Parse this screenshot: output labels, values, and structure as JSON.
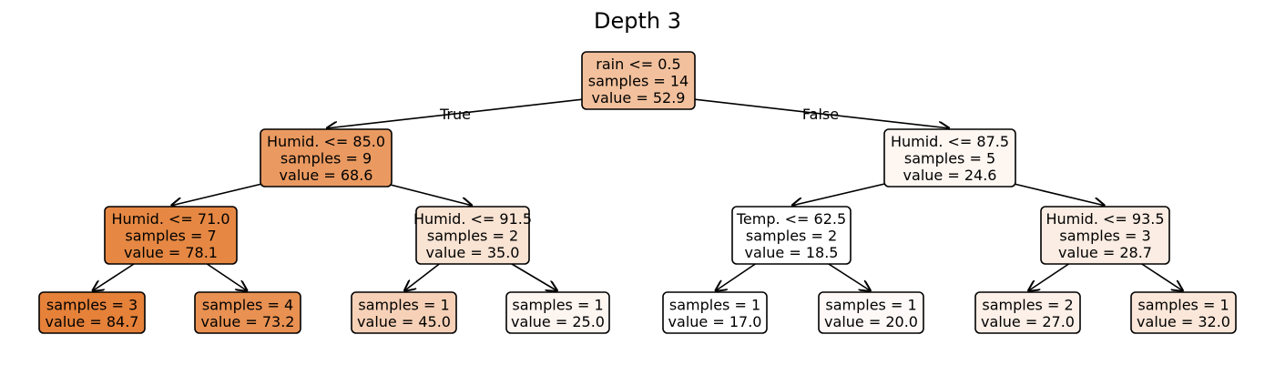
{
  "title": "Depth 3",
  "edge_labels": {
    "true": "True",
    "false": "False"
  },
  "nodes": [
    {
      "id": "n0",
      "lines": [
        "rain <= 0.5",
        "samples = 14",
        "value = 52.9"
      ],
      "color": "#f2c09c"
    },
    {
      "id": "n1",
      "lines": [
        "Humid. <= 85.0",
        "samples = 9",
        "value = 68.6"
      ],
      "color": "#ea9a61"
    },
    {
      "id": "n2",
      "lines": [
        "Humid. <= 87.5",
        "samples = 5",
        "value = 24.6"
      ],
      "color": "#fdf6f1"
    },
    {
      "id": "n3",
      "lines": [
        "Humid. <= 71.0",
        "samples = 7",
        "value = 78.1"
      ],
      "color": "#e68843"
    },
    {
      "id": "n4",
      "lines": [
        "Humid. <= 91.5",
        "samples = 2",
        "value = 35.0"
      ],
      "color": "#f9e3d3"
    },
    {
      "id": "n5",
      "lines": [
        "Temp. <= 62.5",
        "samples = 2",
        "value = 18.5"
      ],
      "color": "#ffffff"
    },
    {
      "id": "n6",
      "lines": [
        "Humid. <= 93.5",
        "samples = 3",
        "value = 28.7"
      ],
      "color": "#fbede3"
    },
    {
      "id": "n7",
      "lines": [
        "samples = 3",
        "value = 84.7"
      ],
      "color": "#e58139"
    },
    {
      "id": "n8",
      "lines": [
        "samples = 4",
        "value = 73.2"
      ],
      "color": "#e89152"
    },
    {
      "id": "n9",
      "lines": [
        "samples = 1",
        "value = 45.0"
      ],
      "color": "#f6d1b7"
    },
    {
      "id": "n10",
      "lines": [
        "samples = 1",
        "value = 25.0"
      ],
      "color": "#fdf5f0"
    },
    {
      "id": "n11",
      "lines": [
        "samples = 1",
        "value = 17.0"
      ],
      "color": "#ffffff"
    },
    {
      "id": "n12",
      "lines": [
        "samples = 1",
        "value = 20.0"
      ],
      "color": "#fef9f6"
    },
    {
      "id": "n13",
      "lines": [
        "samples = 2",
        "value = 27.0"
      ],
      "color": "#fcf0e8"
    },
    {
      "id": "n14",
      "lines": [
        "samples = 1",
        "value = 32.0"
      ],
      "color": "#fae7d9"
    }
  ],
  "edges": [
    {
      "from": "n0",
      "to": "n1",
      "label": "True"
    },
    {
      "from": "n0",
      "to": "n2",
      "label": "False"
    },
    {
      "from": "n1",
      "to": "n3"
    },
    {
      "from": "n1",
      "to": "n4"
    },
    {
      "from": "n2",
      "to": "n5"
    },
    {
      "from": "n2",
      "to": "n6"
    },
    {
      "from": "n3",
      "to": "n7"
    },
    {
      "from": "n3",
      "to": "n8"
    },
    {
      "from": "n4",
      "to": "n9"
    },
    {
      "from": "n4",
      "to": "n10"
    },
    {
      "from": "n5",
      "to": "n11"
    },
    {
      "from": "n5",
      "to": "n12"
    },
    {
      "from": "n6",
      "to": "n13"
    },
    {
      "from": "n6",
      "to": "n14"
    }
  ]
}
